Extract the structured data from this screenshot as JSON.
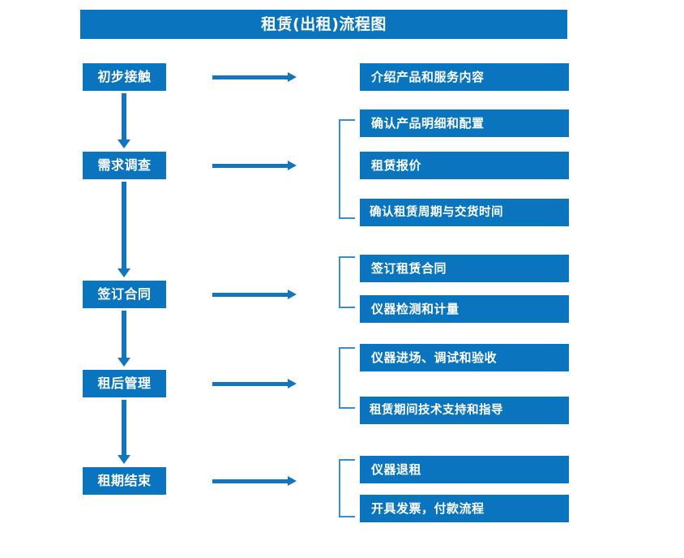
{
  "diagram": {
    "title": "租赁(出租)流程图",
    "colors": {
      "box_blue": "#0A74BE",
      "arrow_blue": "#1474BC",
      "bracket_blue": "#3C8DD0",
      "text_white": "#FFFFFF",
      "background": "#FFFFFF"
    },
    "stages": [
      {
        "id": "stage-1",
        "label": "初步接触",
        "details": [
          "介绍产品和服务内容"
        ],
        "bracketed": false
      },
      {
        "id": "stage-2",
        "label": "需求调查",
        "details": [
          "确认产品明细和配置",
          "租赁报价",
          "确认租赁周期与交货时间"
        ],
        "bracketed": true
      },
      {
        "id": "stage-3",
        "label": "签订合同",
        "details": [
          "签订租赁合同",
          "仪器检测和计量"
        ],
        "bracketed": true
      },
      {
        "id": "stage-4",
        "label": "租后管理",
        "details": [
          "仪器进场、调试和验收",
          "租赁期间技术支持和指导"
        ],
        "bracketed": true
      },
      {
        "id": "stage-5",
        "label": "租期结束",
        "details": [
          "仪器退租",
          "开具发票，付款流程"
        ],
        "bracketed": true
      }
    ],
    "detail_boxes": [
      "介绍产品和服务内容",
      "确认产品明细和配置",
      "租赁报价",
      "确认租赁周期与交货时间",
      "签订租赁合同",
      "仪器检测和计量",
      "仪器进场、调试和验收",
      "租赁期间技术支持和指导",
      "仪器退租",
      "开具发票，付款流程"
    ]
  }
}
